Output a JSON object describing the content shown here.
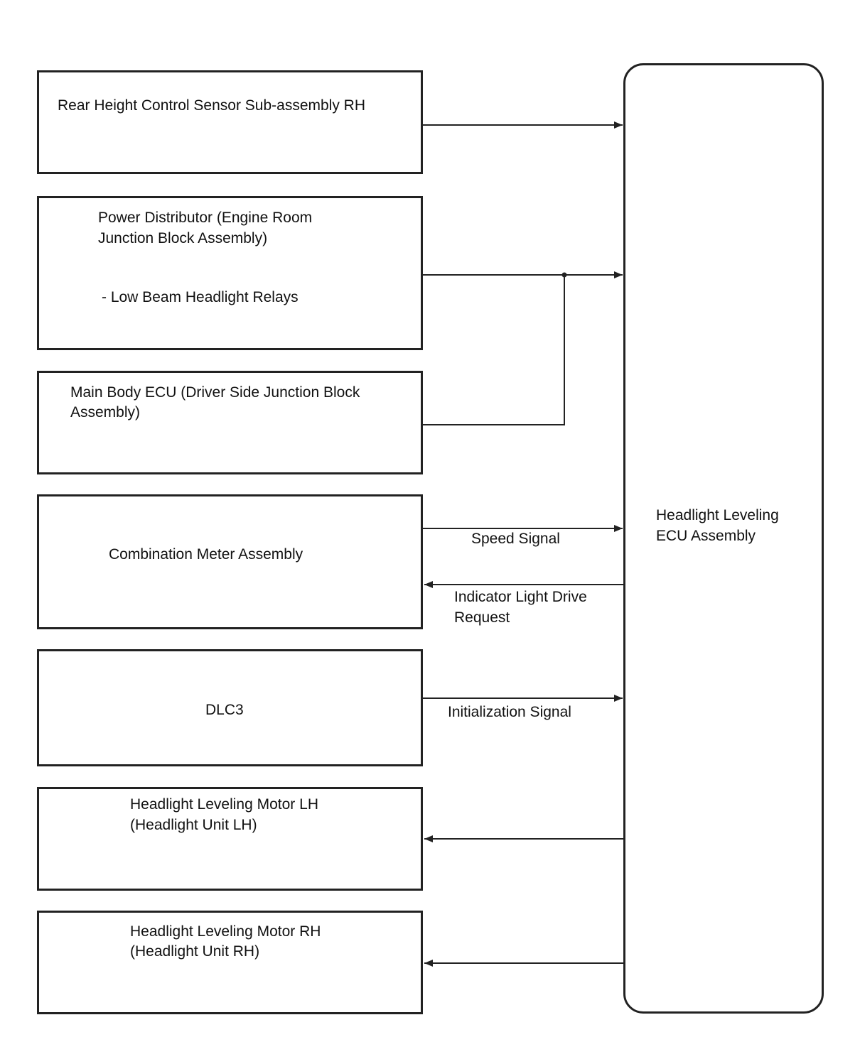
{
  "boxes": {
    "rear_sensor": {
      "label": "Rear Height Control Sensor Sub-assembly RH"
    },
    "power_distributor": {
      "line1": "Power Distributor (Engine Room",
      "line2": "Junction Block Assembly)",
      "item": "- Low Beam Headlight Relays"
    },
    "main_body_ecu": {
      "line1": "Main Body ECU (Driver Side Junction Block",
      "line2": "Assembly)"
    },
    "combination_meter": {
      "label": "Combination Meter Assembly"
    },
    "dlc3": {
      "label": "DLC3"
    },
    "motor_lh": {
      "line1": "Headlight Leveling Motor LH",
      "line2": "(Headlight Unit LH)"
    },
    "motor_rh": {
      "line1": "Headlight Leveling Motor RH",
      "line2": "(Headlight Unit RH)"
    }
  },
  "ecu": {
    "line1": "Headlight Leveling",
    "line2": "ECU Assembly"
  },
  "signals": {
    "speed": "Speed Signal",
    "indicator_line1": "Indicator Light Drive",
    "indicator_line2": "Request",
    "initialization": "Initialization Signal"
  },
  "colors": {
    "stroke": "#222222",
    "background": "#ffffff"
  }
}
